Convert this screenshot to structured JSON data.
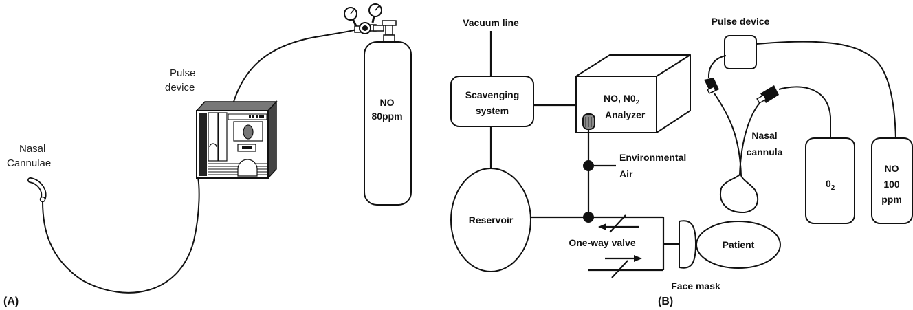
{
  "panel_a": {
    "label": "(A)",
    "nasal_cannulae_line1": "Nasal",
    "nasal_cannulae_line2": "Cannulae",
    "pulse_device_line1": "Pulse",
    "pulse_device_line2": "device",
    "cylinder_line1": "NO",
    "cylinder_line2": "80ppm"
  },
  "panel_b_circuit": {
    "vacuum_line": "Vacuum line",
    "scavenging_line1": "Scavenging",
    "scavenging_line2": "system",
    "analyzer_line1": "NO, N0",
    "analyzer_line1_sub": "2",
    "analyzer_line2": "Analyzer",
    "environmental_line1": "Environmental",
    "environmental_line2": "Air",
    "reservoir": "Reservoir",
    "one_way_valve": "One-way valve",
    "patient": "Patient",
    "face_mask": "Face mask"
  },
  "panel_b_pulse": {
    "label": "(B)",
    "pulse_device": "Pulse device",
    "nasal_line1": "Nasal",
    "nasal_line2": "cannula",
    "o2_main": "0",
    "o2_sub": "2",
    "no_line1": "NO",
    "no_line2": "100",
    "no_line3": "ppm"
  }
}
